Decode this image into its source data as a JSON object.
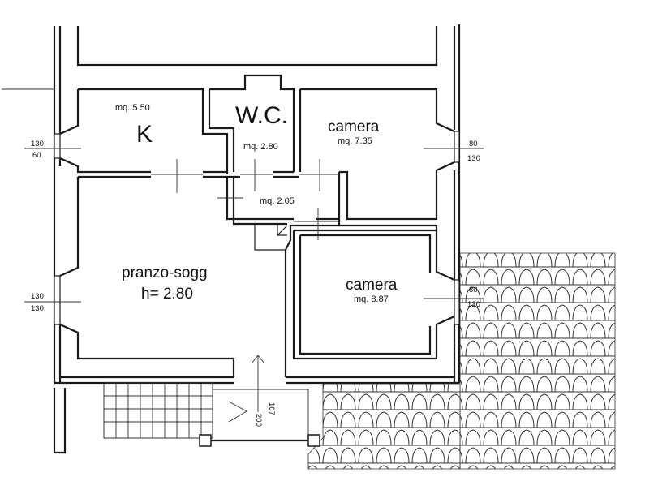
{
  "rooms": {
    "kitchen": {
      "area": "mq. 5.50",
      "name": "K"
    },
    "wc": {
      "name": "W.C.",
      "area": "mq. 2.80"
    },
    "hall": {
      "area": "mq. 2.05"
    },
    "bedroom_top": {
      "name": "camera",
      "area": "mq. 7.35"
    },
    "living": {
      "name": "pranzo-sogg",
      "height": "h= 2.80"
    },
    "bedroom_bottom": {
      "name": "camera",
      "area": "mq. 8.87"
    }
  },
  "windows": {
    "left_top": {
      "top": "130",
      "bottom": "60"
    },
    "left_bottom": {
      "top": "130",
      "bottom": "130"
    },
    "right_top": {
      "top": "80",
      "bottom": "130"
    },
    "right_bottom": {
      "top": "80",
      "bottom": "130"
    }
  },
  "stairs": {
    "rise": "200",
    "run": "107"
  }
}
